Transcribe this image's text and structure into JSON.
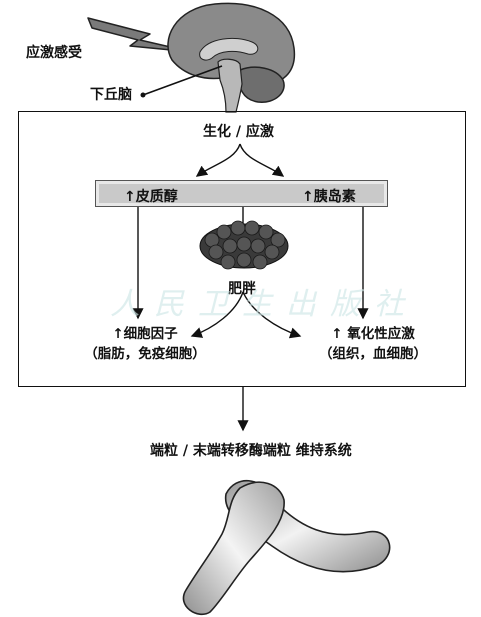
{
  "labels": {
    "stress_perception": "应激感受",
    "hypothalamus": "下丘脑",
    "biochemical_stress": "生化 / 应激",
    "cortisol": "↑皮质醇",
    "insulin": "↑胰岛素",
    "obesity": "肥胖",
    "cytokines": "↑细胞因子",
    "cytokines_source": "（脂肪，免疫细胞）",
    "oxidative_stress": "↑ 氧化性应激",
    "oxidative_source": "（组织，血细胞）",
    "telomere_system": "端粒 / 末端转移酶端粒 维持系统"
  },
  "watermark": "人民卫生出版社",
  "colors": {
    "line": "#111111",
    "bar_fill": "#c9c9c9",
    "brain_fill": "#8a8a8a",
    "fat_fill": "#3a3a3a",
    "chromosome": "#9a9a9a"
  },
  "icons": [
    "lightning-icon",
    "brain-icon",
    "fat-cells-icon",
    "chromosome-icon"
  ]
}
